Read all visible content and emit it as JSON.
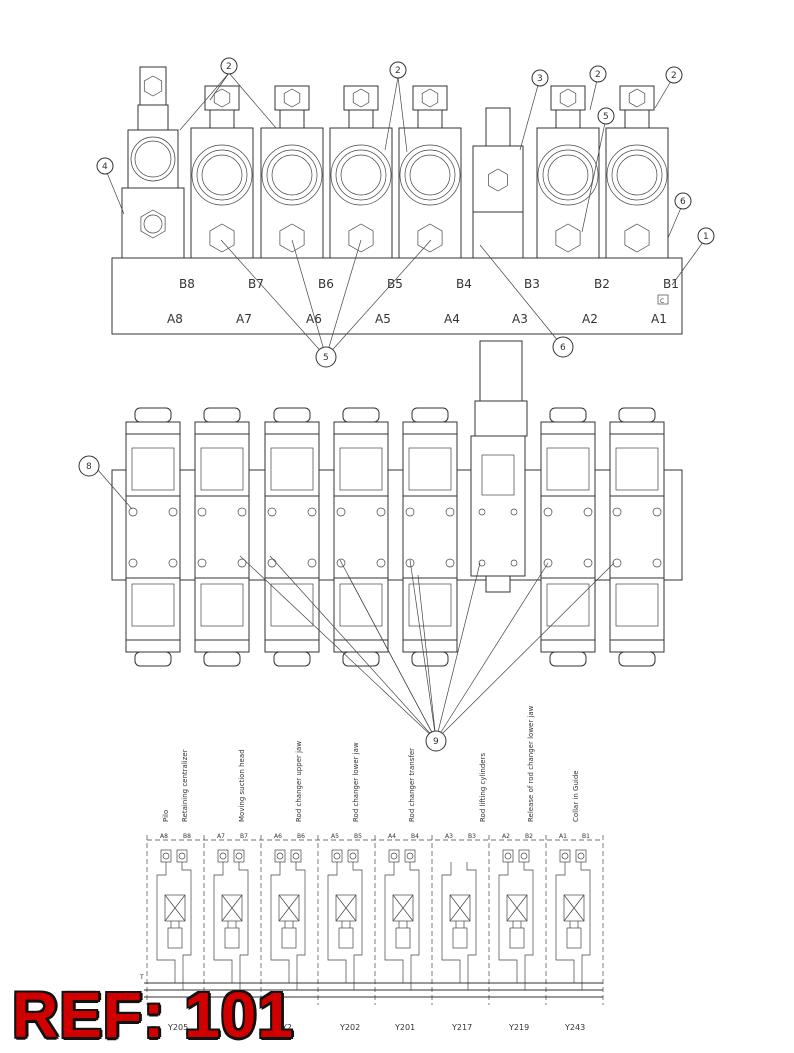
{
  "top_view": {
    "b_ports": [
      "B8",
      "B7",
      "B6",
      "B5",
      "B4",
      "B3",
      "B2",
      "B1"
    ],
    "a_ports": [
      "A8",
      "A7",
      "A6",
      "A5",
      "A4",
      "A3",
      "A2",
      "A1"
    ],
    "corner_mark": "C",
    "callouts": [
      "1",
      "2",
      "2",
      "2",
      "2",
      "3",
      "4",
      "5",
      "5",
      "6",
      "6"
    ]
  },
  "middle_view": {
    "callouts": [
      "8",
      "9"
    ]
  },
  "schematic": {
    "functions": [
      "Pilo",
      "Retaining centralizer",
      "Moving suction head",
      "Rod changer upper jaw",
      "Rod changer lower jaw",
      "Rod changer transfer",
      "Rod lifting cylinders",
      "Release of rod changer lower jaw",
      "Collar in Guide"
    ],
    "port_labels": [
      [
        "A8",
        "B8"
      ],
      [
        "A7",
        "B7"
      ],
      [
        "A6",
        "B6"
      ],
      [
        "A5",
        "B5"
      ],
      [
        "A4",
        "B4"
      ],
      [
        "A3",
        "B3"
      ],
      [
        "A2",
        "B2"
      ],
      [
        "A1",
        "B1"
      ]
    ],
    "valve_ids": [
      "Y205",
      "Y2",
      "Y2",
      "Y202",
      "Y201",
      "Y217",
      "Y219",
      "Y243"
    ],
    "tank_label": "T"
  },
  "watermark": {
    "text": "REF: 101",
    "color": "#d10000"
  }
}
